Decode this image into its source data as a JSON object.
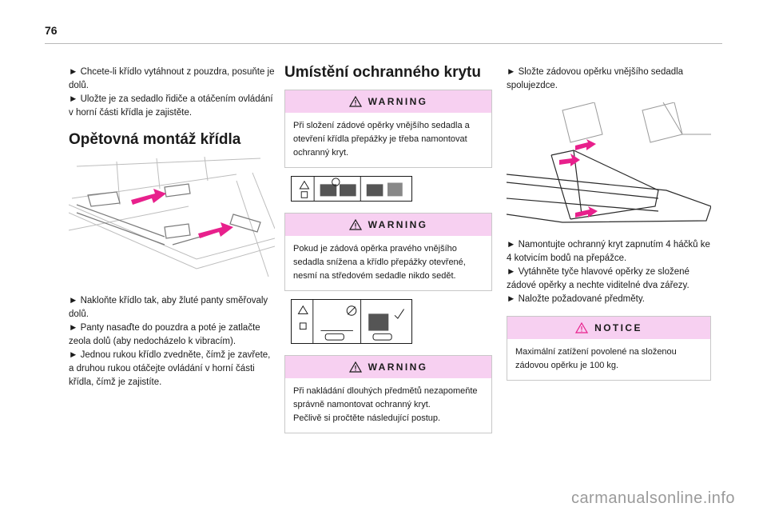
{
  "page": {
    "number": "76",
    "watermark": "carmanualsonline.info"
  },
  "col1": {
    "intro": [
      "► Chcete-li křídlo vytáhnout z pouzdra, posuňte je dolů.",
      "► Uložte je za sedadlo řidiče a otáčením ovládání v horní části křídla je zajistěte."
    ],
    "heading": "Opětovná montáž křídla",
    "steps": [
      "► Nakloňte křídlo tak, aby žluté panty směřovaly dolů.",
      "► Panty nasaďte do pouzdra a poté je zatlačte zeola dolů (aby nedocházelo k vibracím).",
      "► Jednou rukou křídlo zvedněte, čímž je zavřete, a druhou rukou otáčejte ovládání v horní části křídla, čímž je zajistíte."
    ]
  },
  "col2": {
    "heading": "Umístění ochranného krytu",
    "warnings": [
      {
        "title": "WARNING",
        "text": "Při složení zádové opěrky vnějšího sedadla a otevření křídla přepážky je třeba namontovat ochranný kryt."
      },
      {
        "title": "WARNING",
        "text": "Pokud je zádová opěrka pravého vnějšího sedadla snížena a křídlo přepážky otevřené, nesmí na středovém sedadle nikdo sedět."
      },
      {
        "title": "WARNING",
        "text": "Při nakládání dlouhých předmětů nezapomeňte správně namontovat ochranný kryt.\nPečlivě si pročtěte následující postup."
      }
    ]
  },
  "col3": {
    "intro": "► Složte zádovou opěrku vnějšího sedadla spolujezdce.",
    "steps": [
      "► Namontujte ochranný kryt zapnutím 4 háčků ke 4 kotvicím bodů na přepážce.",
      "► Vytáhněte tyče hlavové opěrky ze složené zádové opěrky a nechte viditelné dva zářezy.",
      "► Naložte požadované předměty."
    ],
    "notice": {
      "title": "NOTICE",
      "text": "Maximální zatížení povolené na složenou zádovou opěrku je 100 kg."
    }
  },
  "colors": {
    "callout_header": "#f7d0f1",
    "arrow": "#e8208c",
    "hinge": "#f1e21b"
  }
}
